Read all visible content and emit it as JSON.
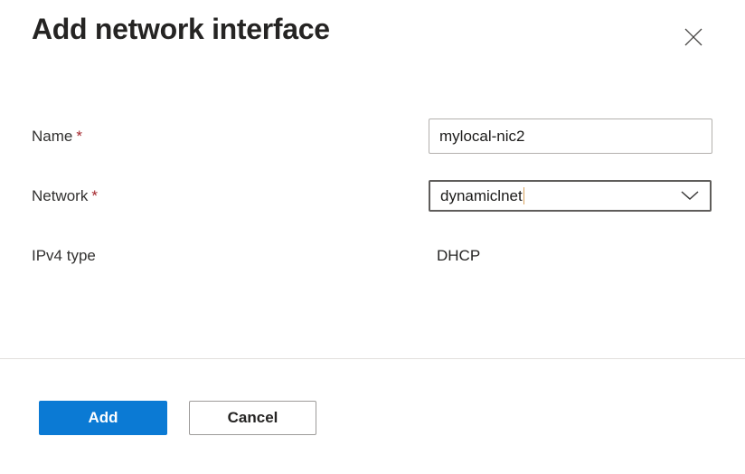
{
  "dialog": {
    "title": "Add network interface"
  },
  "icons": {
    "close": "✕",
    "chevron_down": "⌄"
  },
  "form": {
    "required_marker": "*",
    "fields": [
      {
        "id": "name",
        "label": "Name",
        "required": true,
        "control": "text-input",
        "value": "mylocal-nic2"
      },
      {
        "id": "network",
        "label": "Network",
        "required": true,
        "control": "dropdown",
        "value": "dynamiclnet"
      },
      {
        "id": "ipv4-type",
        "label": "IPv4 type",
        "required": false,
        "control": "readonly-text",
        "value": "DHCP"
      }
    ]
  },
  "footer": {
    "add_label": "Add",
    "cancel_label": "Cancel"
  },
  "colors": {
    "primary_blue": "#0b7ad4",
    "required_asterisk": "#a4262c",
    "dropdown_border": "#5f5d5b",
    "input_border": "#b3b0ad",
    "divider": "#e1dfdd",
    "title_text": "#252423",
    "label_text": "#323130"
  }
}
